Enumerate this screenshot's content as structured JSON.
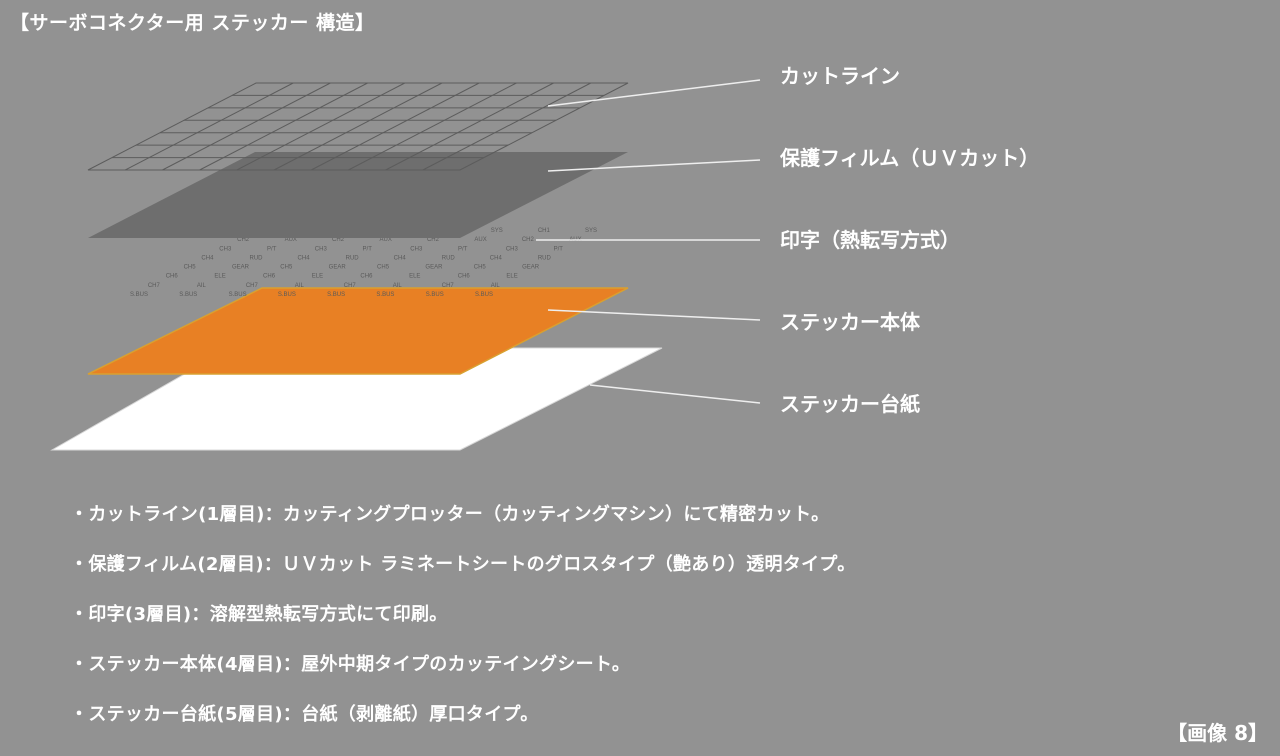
{
  "title": "【サーボコネクター用 ステッカー 構造】",
  "image_badge": "【画像 8】",
  "layers": [
    {
      "label": "カットライン"
    },
    {
      "label": "保護フィルム（ＵＶカット）"
    },
    {
      "label": "印字（熱転写方式）"
    },
    {
      "label": "ステッカー本体"
    },
    {
      "label": "ステッカー台紙"
    }
  ],
  "print_rows": [
    [
      "CH1",
      "SYS",
      "CH1",
      "SYS",
      "CH1",
      "SYS",
      "CH1",
      "SYS"
    ],
    [
      "CH2",
      "AUX",
      "CH2",
      "AUX",
      "CH2",
      "AUX",
      "CH2",
      "AUX"
    ],
    [
      "CH3",
      "P/T",
      "CH3",
      "P/T",
      "CH3",
      "P/T",
      "CH3",
      "P/T"
    ],
    [
      "CH4",
      "RUD",
      "CH4",
      "RUD",
      "CH4",
      "RUD",
      "CH4",
      "RUD"
    ],
    [
      "CH5",
      "GEAR",
      "CH5",
      "GEAR",
      "CH5",
      "GEAR",
      "CH5",
      "GEAR"
    ],
    [
      "CH6",
      "ELE",
      "CH6",
      "ELE",
      "CH6",
      "ELE",
      "CH6",
      "ELE"
    ],
    [
      "CH7",
      "AIL",
      "CH7",
      "AIL",
      "CH7",
      "AIL",
      "CH7",
      "AIL"
    ],
    [
      "S.BUS",
      "S.BUS",
      "S.BUS",
      "S.BUS",
      "S.BUS",
      "S.BUS",
      "S.BUS",
      "S.BUS"
    ]
  ],
  "colors": {
    "background": "#929292",
    "film": "#6e6e6e",
    "sticker_body": "#e88024",
    "backing": "#ffffff"
  },
  "notes": [
    "カットライン(1層目)：カッティングプロッター（カッティングマシン）にて精密カット。",
    "保護フィルム(2層目)：ＵＶカット ラミネートシートのグロスタイプ（艶あり）透明タイプ。",
    "印字(3層目)：溶解型熱転写方式にて印刷。",
    "ステッカー本体(4層目)：屋外中期タイプのカッテイングシート。",
    "ステッカー台紙(5層目)：台紙（剥離紙）厚口タイプ。"
  ]
}
